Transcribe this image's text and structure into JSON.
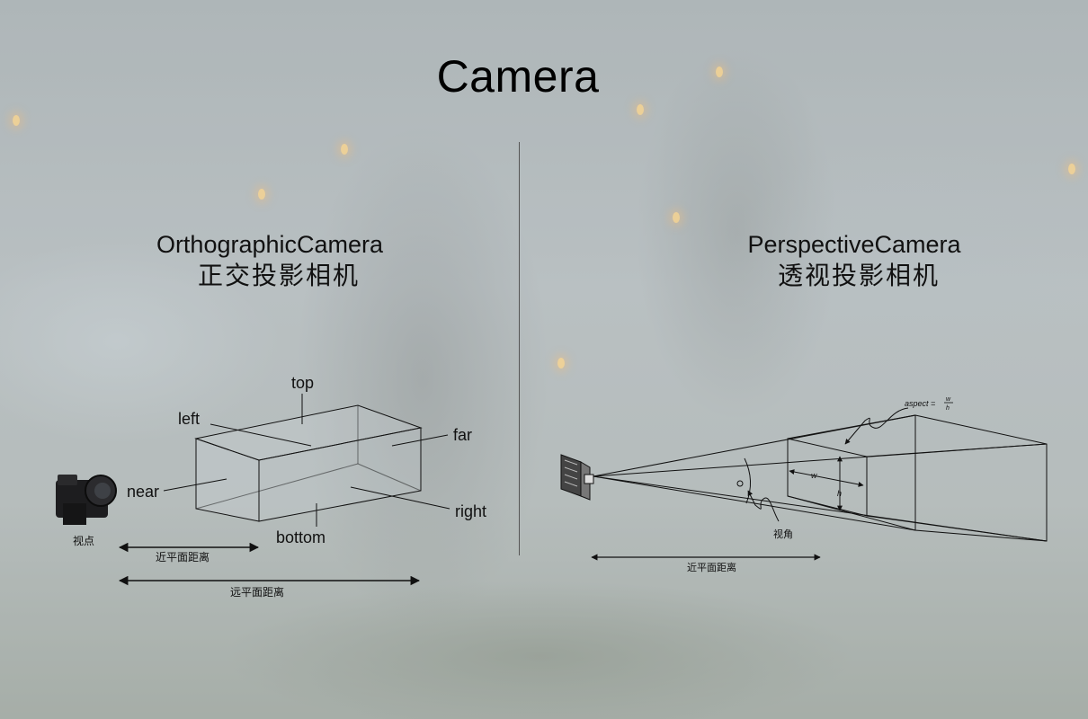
{
  "title": "Camera",
  "ortho": {
    "name_en": "OrthographicCamera",
    "name_zh": "正交投影相机",
    "labels": {
      "top": "top",
      "left": "left",
      "far": "far",
      "near": "near",
      "right": "right",
      "bottom": "bottom",
      "viewpoint": "视点",
      "near_distance": "近平面距离",
      "far_distance": "远平面距离"
    }
  },
  "persp": {
    "name_en": "PerspectiveCamera",
    "name_zh": "透视投影相机",
    "labels": {
      "aspect": "aspect =",
      "aspect_w": "w",
      "aspect_h": "h",
      "w": "w",
      "h": "h",
      "fov": "视角",
      "near_distance": "近平面距离"
    }
  },
  "colors": {
    "line": "#111111",
    "box_fill": "#c9cfd4"
  }
}
